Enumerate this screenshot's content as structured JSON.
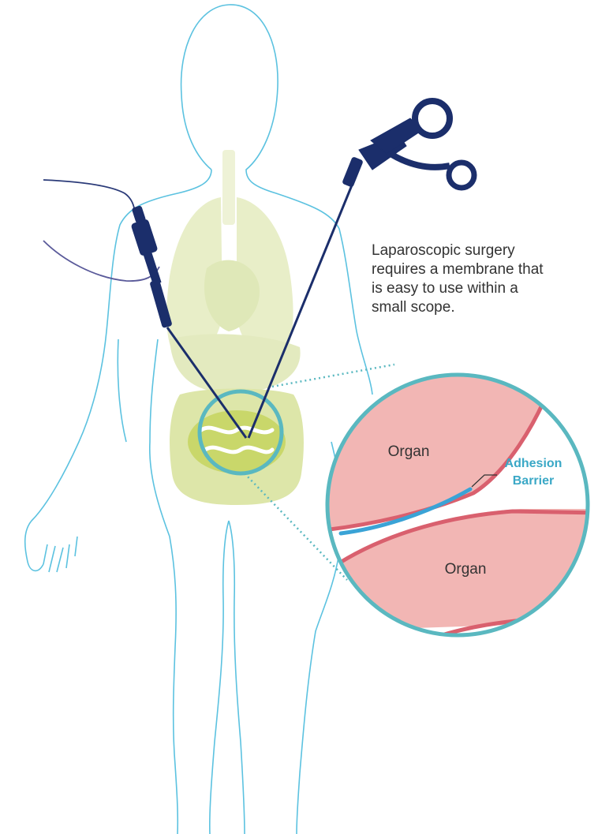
{
  "caption": {
    "lines": [
      "Laparoscopic surgery",
      "requires a membrane that",
      "is easy to use within a",
      "small scope."
    ]
  },
  "labels": {
    "organ_top": "Organ",
    "organ_bottom": "Organ",
    "barrier_line1": "Adhesion",
    "barrier_line2": "Barrier"
  },
  "colors": {
    "body_outline": "#5cc2e0",
    "organs_light": "#e8eec8",
    "intestine": "#c9d76a",
    "instrument": "#1b2e6b",
    "magnifier_ring": "#5ab8c0",
    "organ_fill": "#f2b6b4",
    "organ_edge": "#d9606e",
    "barrier": "#3aa3d6",
    "label_text": "#333333"
  },
  "icons": {
    "endoscope": "endoscope-icon",
    "grasper": "laparoscopic-grasper-icon"
  }
}
